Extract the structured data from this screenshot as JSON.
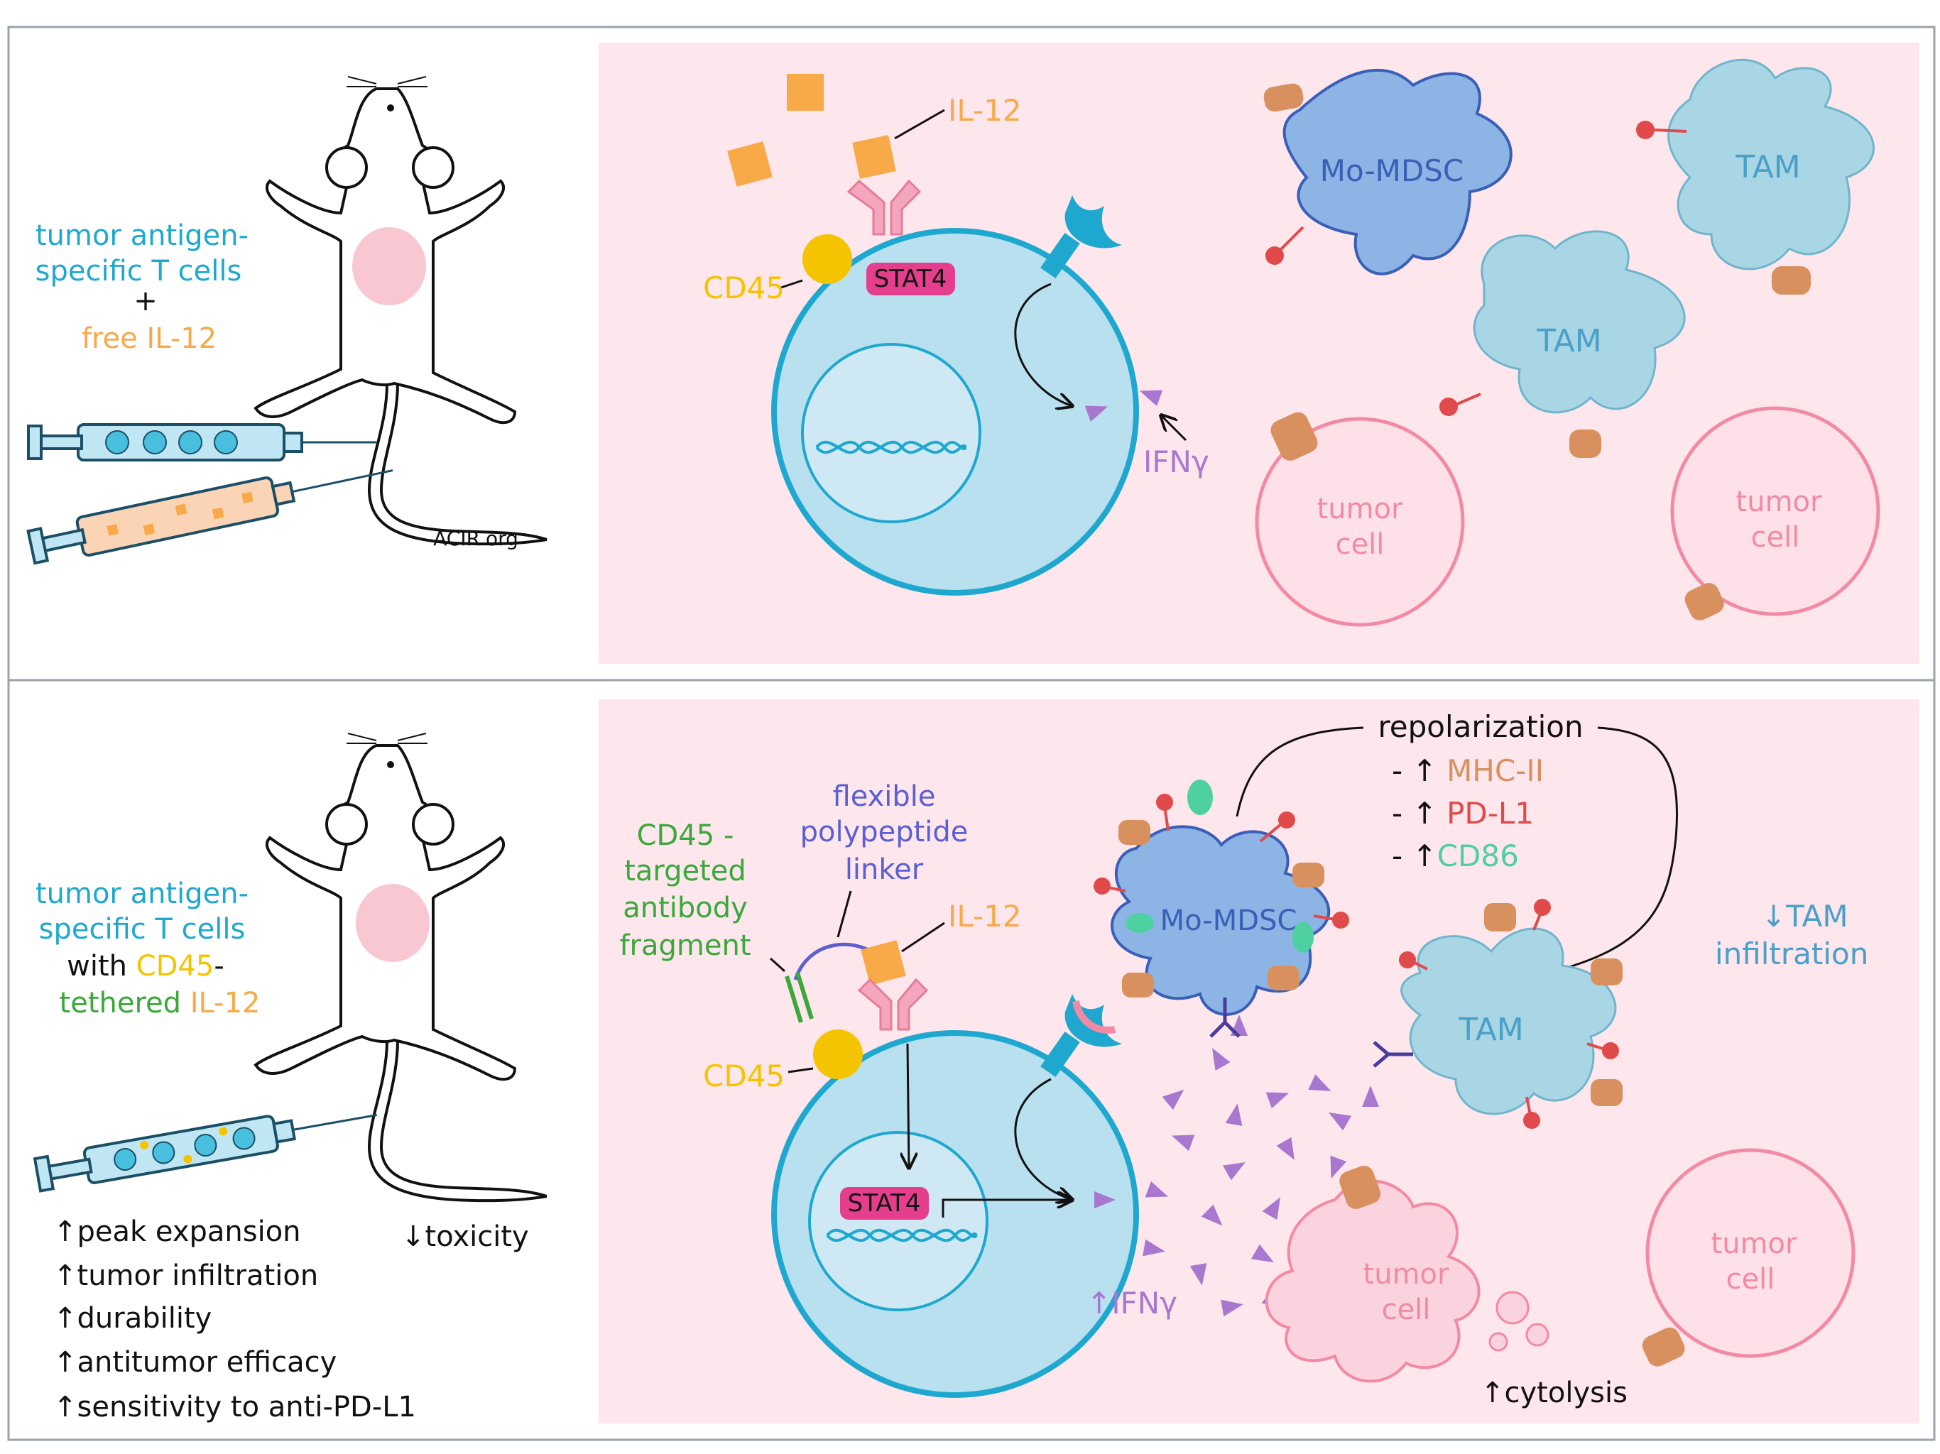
{
  "colors": {
    "cyan": "#1fa8cf",
    "orange": "#f8a948",
    "yellow": "#f5c400",
    "green": "#3aa83a",
    "pink_panel": "#fde6ec",
    "tumor_pink": "#f28aa5",
    "magenta": "#e43e8c",
    "purple": "#a877cf",
    "mdsc_blue": "#8cb4e4",
    "tam_blue": "#a9d6e4",
    "red": "#e04a4a",
    "mhc_brown": "#d8915e",
    "cd86_green": "#4fd0a0",
    "linker_blue": "#5b5fd0"
  },
  "top": {
    "mouse_text": {
      "line1": "tumor antigen-",
      "line2": "specific T cells",
      "plus": "+",
      "line4": "free IL-12"
    },
    "credit": "ACIR.org",
    "labels": {
      "il12": "IL-12",
      "cd45": "CD45",
      "stat4": "STAT4",
      "ifng": "IFNγ",
      "mdsc": "Mo-MDSC",
      "tam1": "TAM",
      "tam2": "TAM",
      "tumor1": [
        "tumor",
        "cell"
      ],
      "tumor2": [
        "tumor",
        "cell"
      ]
    }
  },
  "bottom": {
    "mouse_text": {
      "line1": "tumor antigen-",
      "line2": "specific T cells",
      "line3_a": "with ",
      "line3_b": "CD45",
      "line3_c": "-",
      "line4_a": "tethered ",
      "line4_b": "IL-12"
    },
    "outcomes": [
      "↑peak expansion",
      "↑tumor infiltration",
      "↑durability",
      "↑antitumor efficacy",
      "↑sensitivity to anti-PD-L1"
    ],
    "toxicity": "↓toxicity",
    "labels": {
      "antibody": [
        "CD45 -",
        "targeted",
        "antibody",
        "fragment"
      ],
      "linker": [
        "flexible",
        "polypeptide",
        "linker"
      ],
      "il12": "IL-12",
      "cd45": "CD45",
      "stat4": "STAT4",
      "ifng": "↑IFNγ",
      "mdsc": "Mo-MDSC",
      "tam": "TAM",
      "tumor_lysed": [
        "tumor",
        "cell"
      ],
      "tumor": [
        "tumor",
        "cell"
      ],
      "repolarization": "repolarization",
      "mhc": [
        "- ↑ ",
        "MHC-II"
      ],
      "pdl1": [
        "- ↑ ",
        "PD-L1"
      ],
      "cd86": [
        "- ↑",
        "CD86"
      ],
      "tam_infiltration": [
        "↓TAM",
        "infiltration"
      ],
      "cytolysis": "↑cytolysis"
    }
  }
}
